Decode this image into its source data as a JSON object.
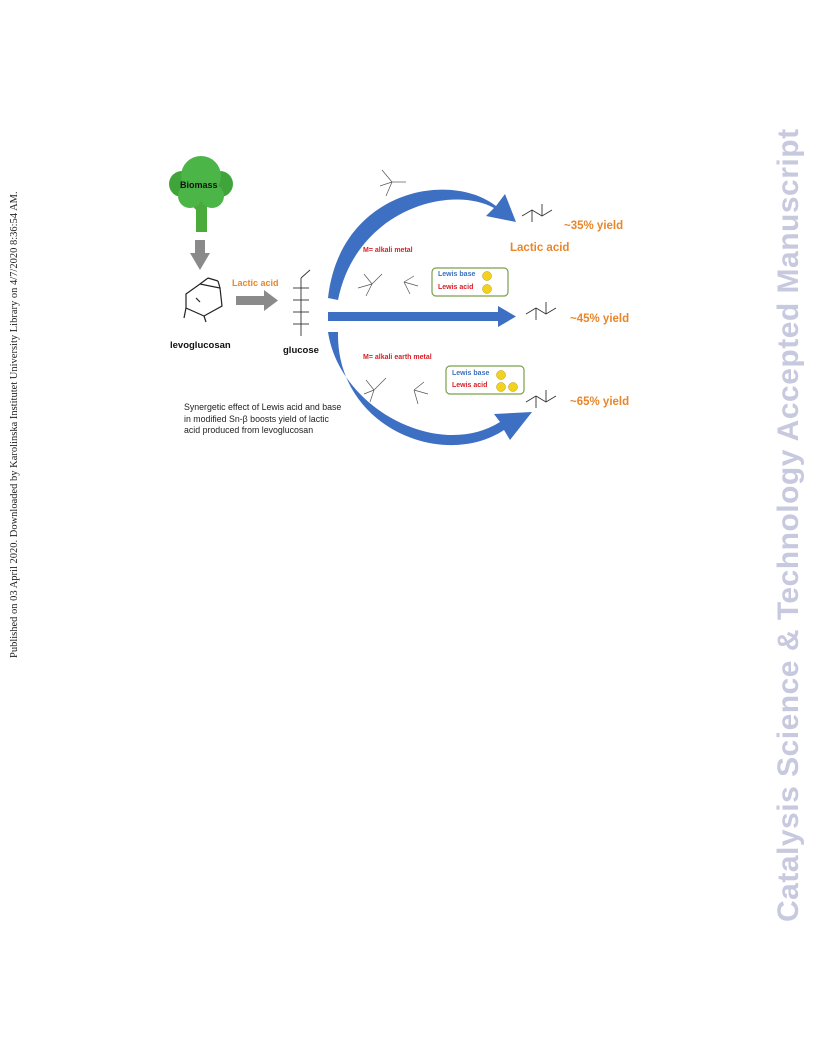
{
  "margin_left_text": "Published on 03 April 2020. Downloaded by Karolinska Institutet University Library on 4/7/2020 8:36:54 AM.",
  "margin_right_text": "Catalysis Science & Technology Accepted Manuscript",
  "figure": {
    "biomass_label": "Biomass",
    "levoglucosan_label": "levoglucosan",
    "glucose_label": "glucose",
    "lactic_acid_arrow_label": "Lactic acid",
    "lactic_acid_product_label": "Lactic acid",
    "yields": [
      "~35% yield",
      "~45% yield",
      "~65% yield"
    ],
    "alkali_metal_label": "M= alkali metal",
    "alkali_earth_metal_label": "M= alkali earth metal",
    "lewis_base_label": "Lewis base",
    "lewis_acid_label": "Lewis acid",
    "caption": "Synergetic effect of Lewis acid and base in modified Sn-β boosts yield of lactic acid produced from levoglucosan",
    "colors": {
      "arrow_blue": "#3d6fc2",
      "orange": "#e8862a",
      "red": "#d81f26",
      "green": "#3aa83a",
      "lewis_base_blue": "#3b6fbf",
      "box_border": "#7aa04a"
    }
  }
}
